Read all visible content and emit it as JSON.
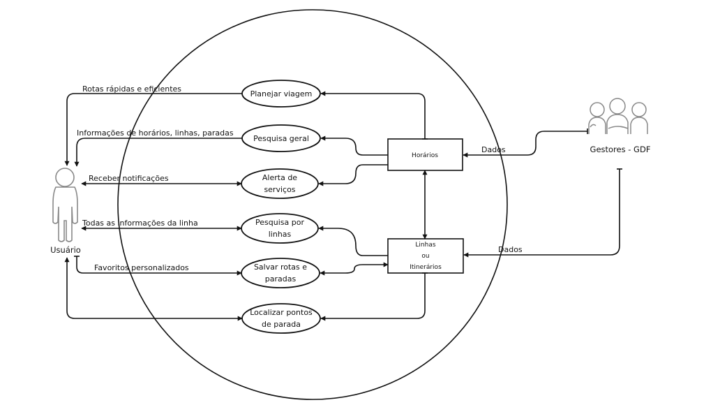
{
  "actors": {
    "user": "Usuário",
    "managers": "Gestores - GDF"
  },
  "processes": {
    "planejar": [
      "Planejar viagem"
    ],
    "pesquisa_geral": [
      "Pesquisa geral"
    ],
    "alerta": [
      "Alerta de",
      "serviços"
    ],
    "pesquisa_linhas": [
      "Pesquisa por",
      "linhas"
    ],
    "salvar": [
      "Salvar rotas e",
      "paradas"
    ],
    "localizar": [
      "Localizar pontos",
      "de parada"
    ]
  },
  "stores": {
    "horarios": [
      "Horários"
    ],
    "linhas": [
      "Linhas",
      "ou",
      "Itinerários"
    ]
  },
  "flows": {
    "rotas": "Rotas rápidas e eficientes",
    "informacoes": "Informações de horários, linhas, paradas",
    "notificacoes": "Receber notificações",
    "todas": "Todas as informações da linha",
    "favoritos": "Favoritos personalizados",
    "dados_horarios": "Dados",
    "dados_linhas": "Dados"
  },
  "icons": {
    "user": "person-outline-icon",
    "managers": "group-of-people-icon"
  }
}
